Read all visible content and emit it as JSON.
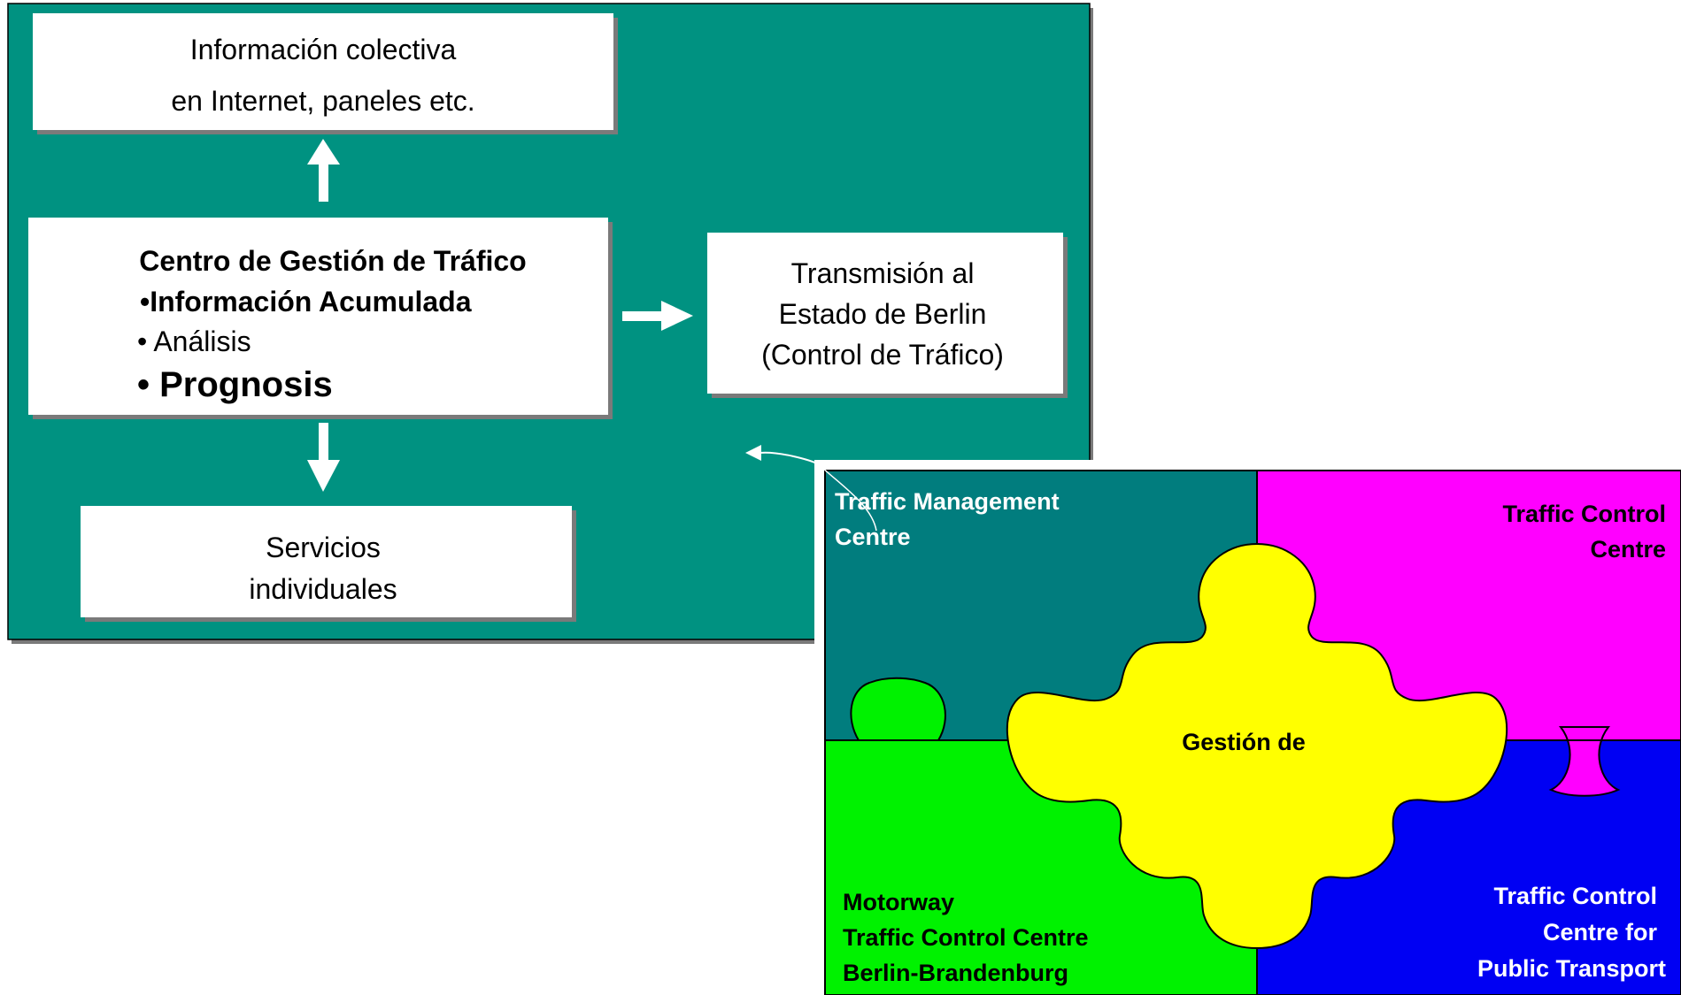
{
  "colors": {
    "panel": "#009281",
    "tmc": "#017D7E",
    "tcc": "#FF00FF",
    "mtcc": "#00F200",
    "pt": "#0000F3",
    "center": "#FFFF00",
    "box": "#FFFFFF",
    "shadow": "#7A7A7A"
  },
  "boxes": {
    "info_colectiva": {
      "line1": "Información colectiva",
      "line2": "en Internet, paneles etc."
    },
    "centro": {
      "title": "Centro de Gestión de Tráfico",
      "items": [
        "•Información Acumulada",
        "• Análisis",
        "• Prognosis"
      ]
    },
    "transmision": {
      "line1": "Transmisión al",
      "line2": "Estado de Berlin",
      "line3": "(Control de Tráfico)"
    },
    "servicios": {
      "line1": "Servicios",
      "line2": "individuales"
    }
  },
  "puzzle": {
    "tmc": {
      "line1": "Traffic Management",
      "line2": "Centre"
    },
    "tcc": {
      "line1": "Traffic Control",
      "line2": "Centre"
    },
    "center": {
      "label": "Gestión de"
    },
    "mtcc": {
      "line1": "Motorway",
      "line2": "Traffic Control Centre",
      "line3": "Berlin-Brandenburg"
    },
    "pt": {
      "line1": "Traffic Control",
      "line2": "Centre for",
      "line3": "Public Transport"
    }
  },
  "icons": {
    "arrow_up": "arrow-up-icon",
    "arrow_down": "arrow-down-icon",
    "arrow_right": "arrow-right-icon",
    "curved_arrow": "curved-arrow-icon"
  }
}
